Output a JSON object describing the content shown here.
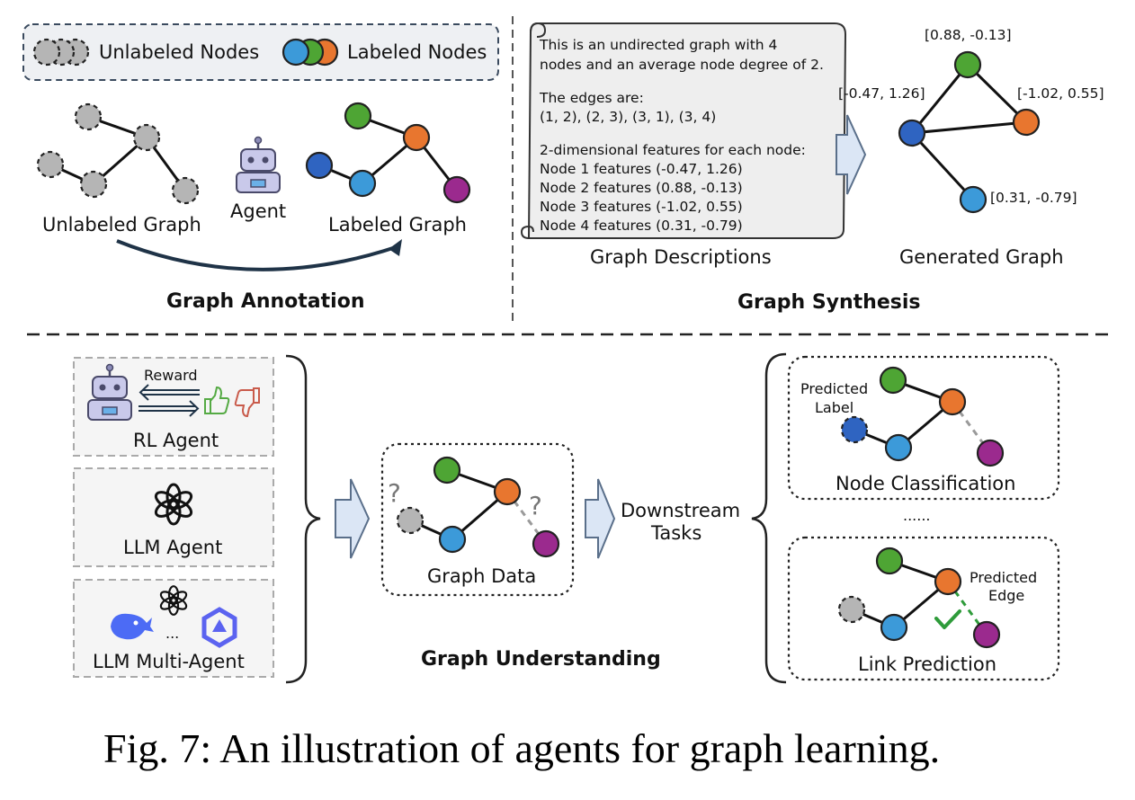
{
  "colors": {
    "green": "#4ea534",
    "orange": "#e8762f",
    "blue_light": "#3c9ad9",
    "blue_dark": "#2f64c1",
    "purple": "#9b2a8e",
    "gray": "#b5b5b5",
    "arrow_fill": "#dbe6f5",
    "arrow_stroke": "#5a6f8a",
    "check_green": "#2e9b3a",
    "thumb_up": "#55aa44",
    "thumb_down": "#c95b4b"
  },
  "legend": {
    "unlabeled": "Unlabeled Nodes",
    "labeled": "Labeled Nodes"
  },
  "annotation": {
    "unlabeled_graph": "Unlabeled Graph",
    "agent": "Agent",
    "labeled_graph": "Labeled Graph",
    "title": "Graph Annotation"
  },
  "synthesis": {
    "desc_lines": [
      "This is an undirected graph with 4",
      "nodes and an average node degree of 2.",
      "",
      "The edges are:",
      "(1, 2), (2, 3), (3, 1), (3, 4)",
      "",
      "2-dimensional features for each node:",
      "Node 1 features   (-0.47, 1.26)",
      "Node 2 features    (0.88, -0.13)",
      "Node 3 features    (-1.02, 0.55)",
      "Node 4 features    (0.31, -0.79)"
    ],
    "desc_label": "Graph Descriptions",
    "gen_label": "Generated Graph",
    "coord_top": "[0.88, -0.13]",
    "coord_left": "[-0.47, 1.26]",
    "coord_right": "[-1.02, 0.55]",
    "coord_bottom": "[0.31, -0.79]",
    "title": "Graph Synthesis"
  },
  "understanding": {
    "reward": "Reward",
    "rl_agent": "RL Agent",
    "llm_agent": "LLM Agent",
    "ellipsis": "...",
    "llm_multi": "LLM Multi-Agent",
    "question": "?",
    "graph_data": "Graph Data",
    "downstream_1": "Downstream",
    "downstream_2": "Tasks",
    "title": "Graph Understanding",
    "predicted_label_1": "Predicted",
    "predicted_label_2": "Label",
    "node_classification": "Node Classification",
    "between": "......",
    "predicted_edge_1": "Predicted",
    "predicted_edge_2": "Edge",
    "link_prediction": "Link Prediction"
  },
  "caption": "Fig. 7: An illustration of agents for graph learning."
}
